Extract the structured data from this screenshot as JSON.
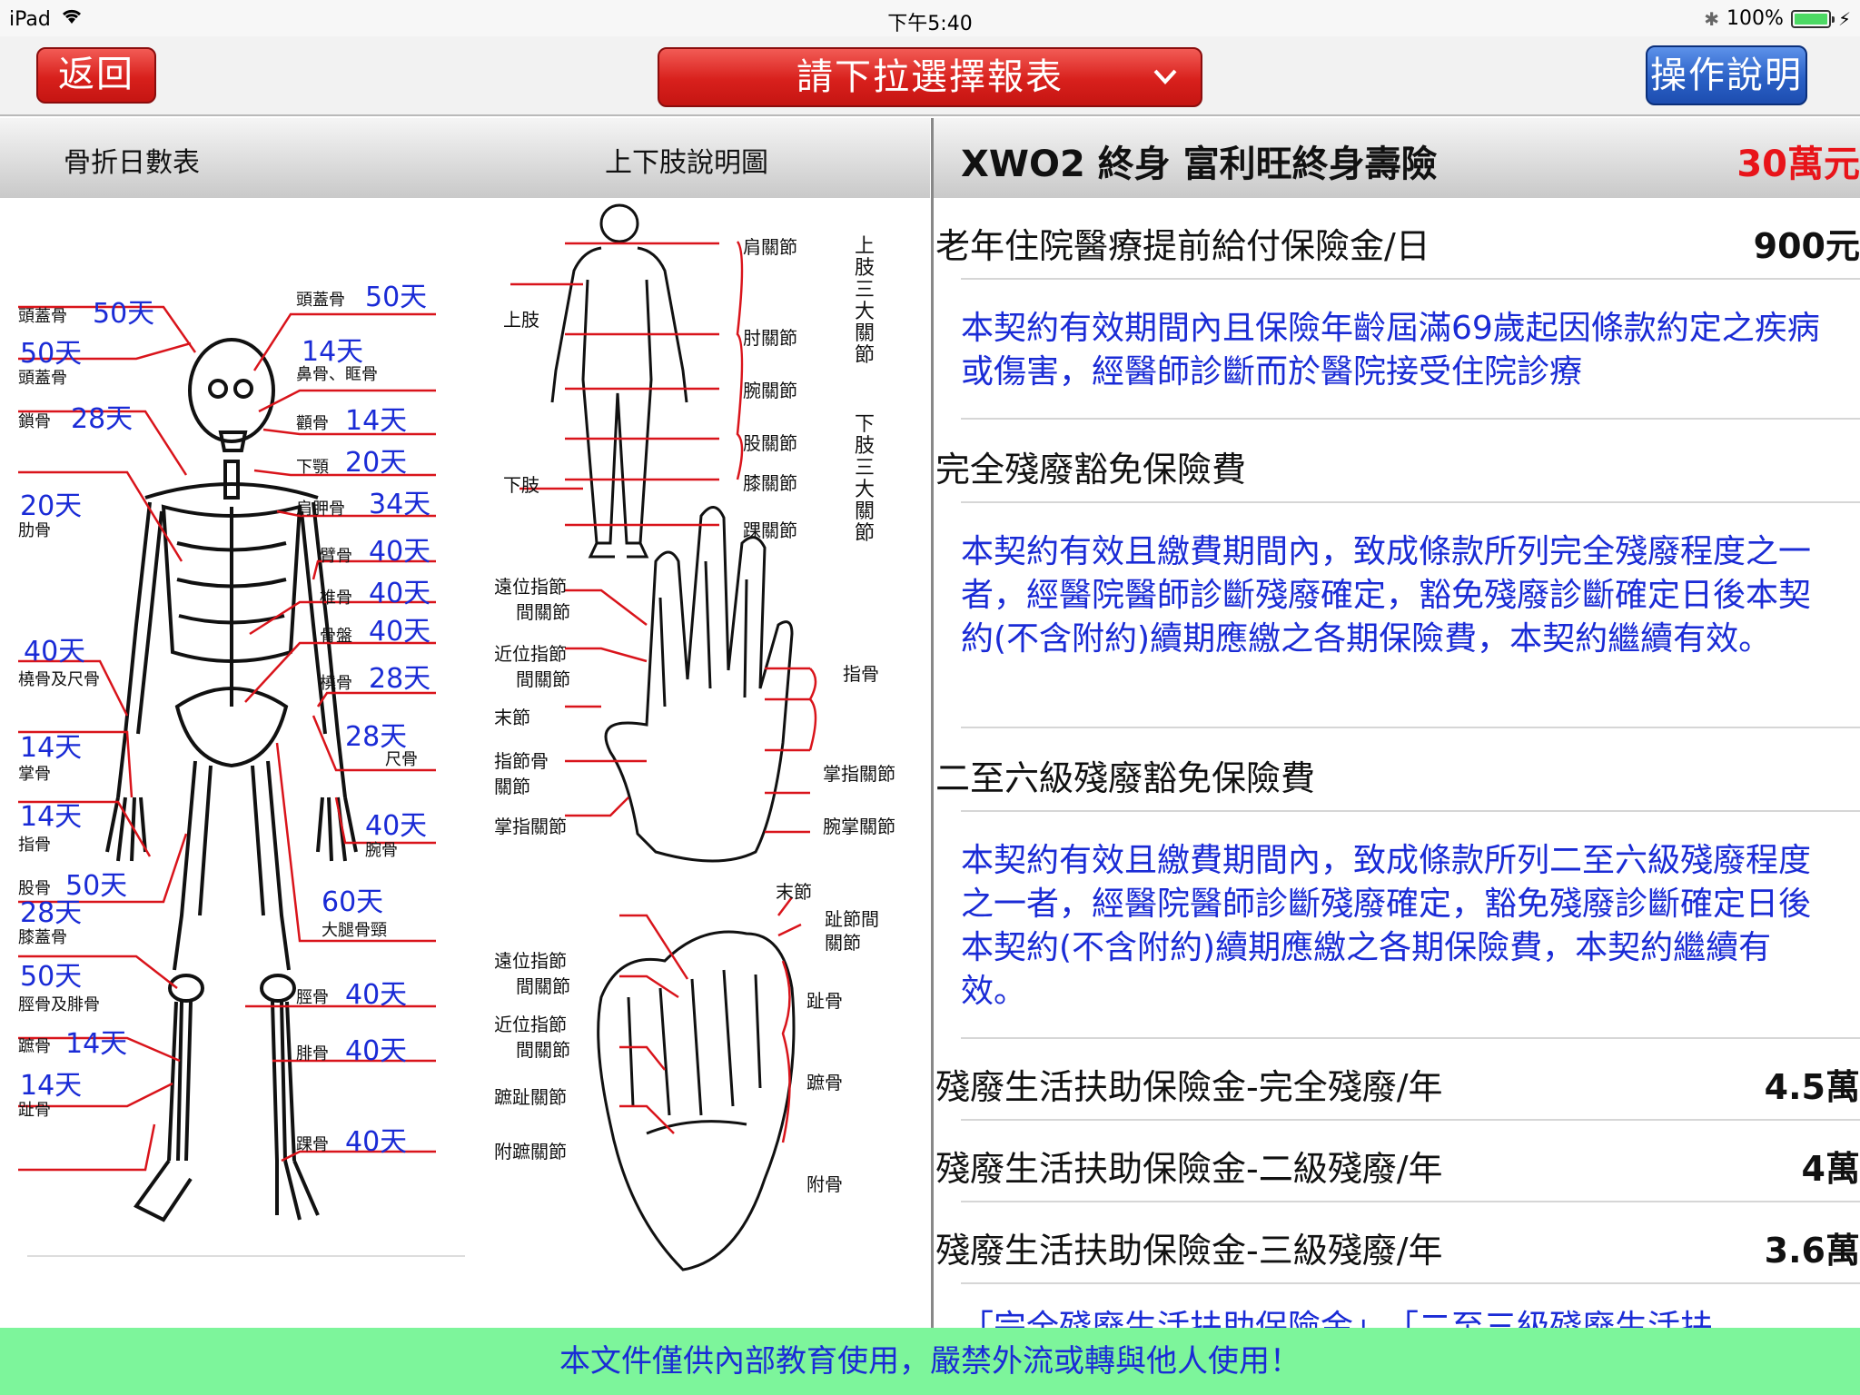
{
  "status": {
    "device": "iPad",
    "time": "下午5:40",
    "battery": "100%"
  },
  "nav": {
    "back": "返回",
    "report": "請下拉選擇報表",
    "help": "操作說明"
  },
  "columns": {
    "fracture": "骨折日數表",
    "limbs": "上下肢說明圖"
  },
  "skeleton": {
    "left": [
      {
        "bone": "頭蓋骨",
        "days": "50天"
      },
      {
        "bone": "頭蓋骨",
        "days": "50天"
      },
      {
        "bone": "鎖骨",
        "days": "28天"
      },
      {
        "bone": "肋骨",
        "days": "20天"
      },
      {
        "bone": "橈骨及尺骨",
        "days": "40天"
      },
      {
        "bone": "掌骨",
        "days": "14天"
      },
      {
        "bone": "指骨",
        "days": "14天"
      },
      {
        "bone": "股骨",
        "days": "50天"
      },
      {
        "bone": "膝蓋骨",
        "days": "28天"
      },
      {
        "bone": "脛骨及腓骨",
        "days": "50天"
      },
      {
        "bone": "蹠骨",
        "days": "14天"
      },
      {
        "bone": "趾骨",
        "days": "14天"
      }
    ],
    "right": [
      {
        "bone": "頭蓋骨",
        "days": "50天"
      },
      {
        "bone": "鼻骨、眶骨",
        "days": "14天"
      },
      {
        "bone": "顴骨",
        "days": "14天"
      },
      {
        "bone": "下顎",
        "days": "20天"
      },
      {
        "bone": "肩胛骨",
        "days": "34天"
      },
      {
        "bone": "臂骨",
        "days": "40天"
      },
      {
        "bone": "椎骨",
        "days": "40天"
      },
      {
        "bone": "骨盤",
        "days": "40天"
      },
      {
        "bone": "橈骨",
        "days": "28天"
      },
      {
        "bone": "尺骨",
        "days": "28天"
      },
      {
        "bone": "腕骨",
        "days": "40天"
      },
      {
        "bone": "大腿骨頸",
        "days": "60天"
      },
      {
        "bone": "脛骨",
        "days": "40天"
      },
      {
        "bone": "腓骨",
        "days": "40天"
      },
      {
        "bone": "踝骨",
        "days": "40天"
      }
    ]
  },
  "anatomy": {
    "body_left": [
      "上肢",
      "下肢"
    ],
    "body_right": [
      "肩關節",
      "肘關節",
      "腕關節",
      "股關節",
      "膝關節",
      "踝關節"
    ],
    "upper_group": "上肢三大關節",
    "lower_group": "下肢三大關節",
    "hand_left": [
      "遠位指節",
      "間關節",
      "近位指節",
      "間關節",
      "末節",
      "指節骨",
      "關節",
      "掌指關節"
    ],
    "hand_right": [
      "指骨",
      "掌指關節",
      "腕掌關節"
    ],
    "foot_top": [
      "末節",
      "趾節間",
      "關節"
    ],
    "foot_left": [
      "遠位指節",
      "間關節",
      "近位指節",
      "間關節",
      "蹠趾關節",
      "附蹠關節"
    ],
    "foot_right": [
      "趾骨",
      "蹠骨",
      "附骨"
    ]
  },
  "plan": {
    "title": "XWO2 終身 富利旺終身壽險",
    "amount": "30萬元"
  },
  "benefits": [
    {
      "name": "老年住院醫療提前給付保險金/日",
      "value": "900元"
    },
    {
      "name": "完全殘廢豁免保險費",
      "value": ""
    },
    {
      "name": "二至六級殘廢豁免保險費",
      "value": ""
    },
    {
      "name": "殘廢生活扶助保險金-完全殘廢/年",
      "value": "4.5萬"
    },
    {
      "name": "殘廢生活扶助保險金-二級殘廢/年",
      "value": "4萬"
    },
    {
      "name": "殘廢生活扶助保險金-三級殘廢/年",
      "value": "3.6萬"
    }
  ],
  "descriptions": [
    "本契約有效期間內且保險年齡屆滿69歲起因條款約定之疾病或傷害，經醫師診斷而於醫院接受住院診療",
    "本契約有效且繳費期間內，致成條款所列完全殘廢程度之一者，經醫院醫師診斷殘廢確定，豁免殘廢診斷確定日後本契約(不含附約)續期應繳之各期保險費，本契約繼續有效。",
    "本契約有效且繳費期間內，致成條款所列二至六級殘廢程度之一者，經醫院醫師診斷殘廢確定，豁免殘廢診斷確定日後本契約(不含附約)續期應繳之各期保險費，本契約繼續有效。",
    "「完全殘廢生活扶助保險金」、「二至三級殘廢生活扶"
  ],
  "footer": "本文件僅供內部教育使用，嚴禁外流或轉與他人使用！"
}
